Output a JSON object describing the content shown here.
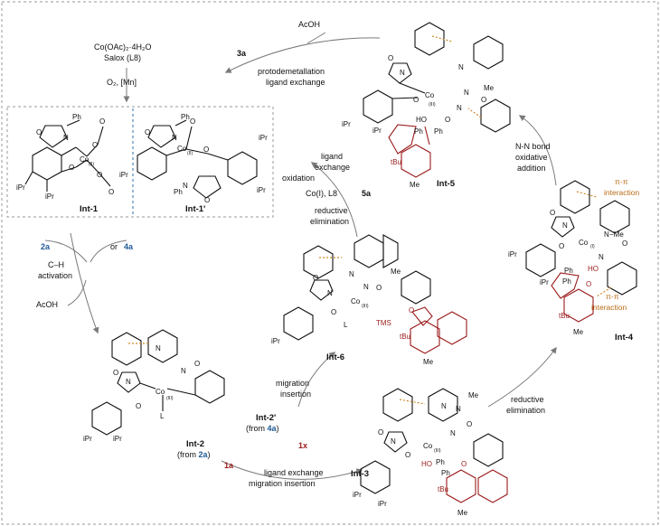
{
  "top_left": {
    "reagent_line1": "Co(OAc)₂·4H₂O",
    "reagent_line2": "Salox (L8)",
    "reagent_line3": "O₂, [Mn]"
  },
  "top_center": {
    "acoh": "AcOH",
    "reagent": "3a",
    "step_line1": "protodemetallation",
    "step_line2": "ligand exchange"
  },
  "right_top": {
    "line1": "N-N bond",
    "line2": "oxidative",
    "line3": "addition"
  },
  "middle": {
    "line1": "ligand",
    "line2": "exchange",
    "oxidation": "oxidation",
    "co_reagent": "Co(I), L8",
    "reagent": "5a",
    "re_line1": "reductive",
    "re_line2": "elimination"
  },
  "left": {
    "reagent_2a": "2a",
    "or": "or",
    "reagent_4a": "4a",
    "ch_line1": "C–H",
    "ch_line2": "activation",
    "acoh": "AcOH"
  },
  "bottom_center": {
    "int2p": "Int-2'",
    "from_4a_prefix": "(from ",
    "from_4a": "4a",
    "from_suffix": ")",
    "mi_line1": "migration",
    "mi_line2": "insertion",
    "reagent_1x": "1x",
    "int2": "Int-2",
    "from_2a_prefix": "(from ",
    "from_2a": "2a",
    "reagent_1a": "1a",
    "le_line1": "ligand exchange",
    "le_line2": "migration insertion"
  },
  "right_bottom": {
    "line1": "reductive",
    "line2": "elimination"
  },
  "labels": {
    "int1": "Int-1",
    "int1p": "Int-1'",
    "int2": "Int-2",
    "int3": "Int-3",
    "int4": "Int-4",
    "int5": "Int-5",
    "int6": "Int-6"
  },
  "interactions": {
    "pi_top": "π-π",
    "interaction_top": "interaction",
    "pi_bottom": "π-π",
    "interaction_bottom": "interaction"
  },
  "atoms": {
    "co": "Co",
    "co_iii": "(III)",
    "co_ii": "(II)",
    "co_i": "(I)",
    "n": "N",
    "o": "O",
    "ph": "Ph",
    "ho": "HO",
    "tms": "TMS",
    "l": "L",
    "me": "Me",
    "ipr": "iPr",
    "tbu": "tBu"
  },
  "colors": {
    "reagent_blue": "#1f5a96",
    "reagent_red": "#9b1b1b",
    "interaction_orange": "#b86a14",
    "arrow_grey": "#7a7a7a"
  }
}
